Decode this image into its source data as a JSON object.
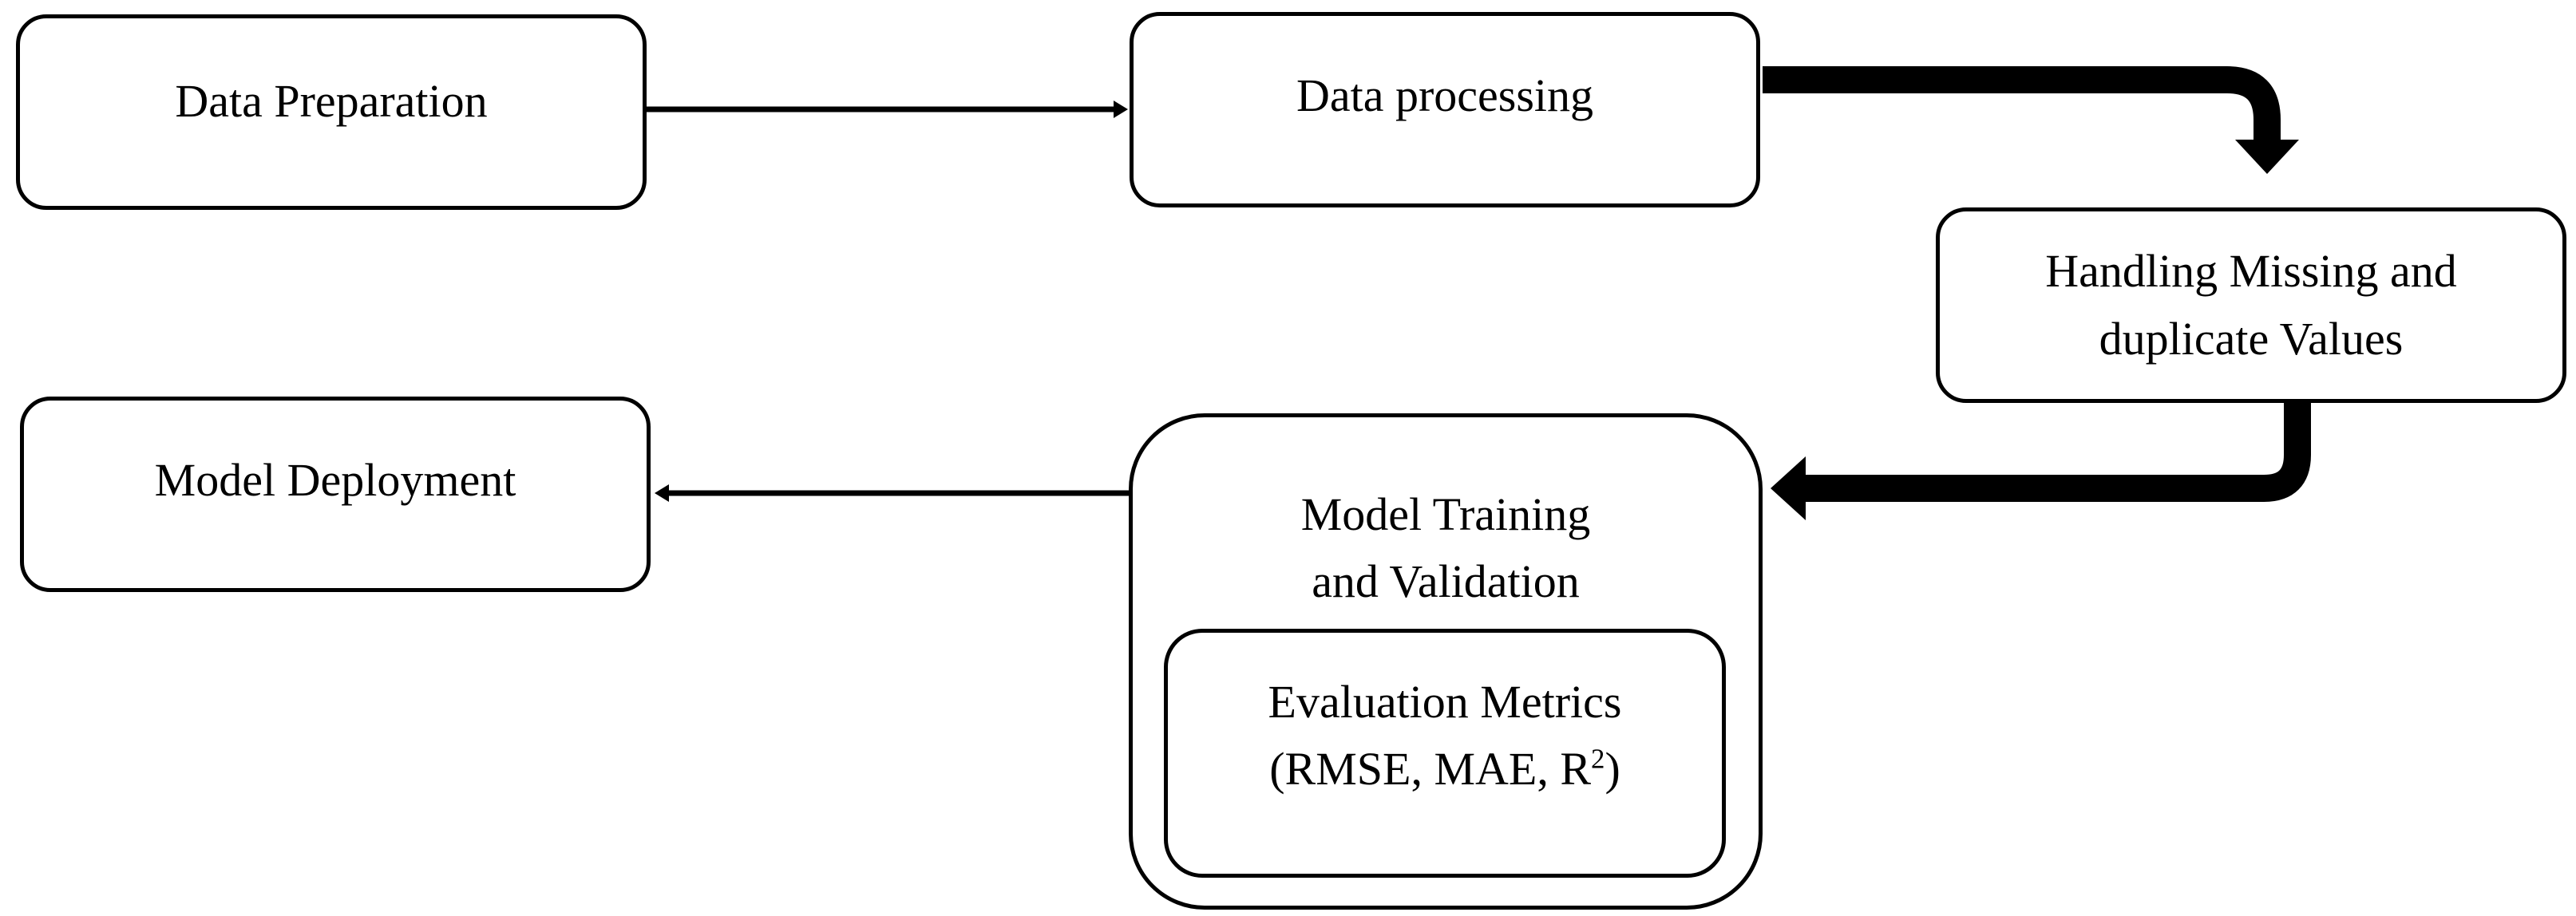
{
  "nodes": {
    "data_preparation": "Data Preparation",
    "data_processing": "Data processing",
    "handling_missing": {
      "line1": "Handling Missing and",
      "line2": "duplicate Values"
    },
    "model_deployment": "Model Deployment",
    "model_training": {
      "line1": "Model Training",
      "line2": "and Validation"
    },
    "evaluation_metrics": {
      "line1": "Evaluation Metrics",
      "line2_prefix": "(RMSE, MAE, R",
      "line2_superscript": "2",
      "line2_suffix": ")"
    }
  },
  "colors": {
    "stroke": "#000000",
    "background": "#ffffff"
  }
}
